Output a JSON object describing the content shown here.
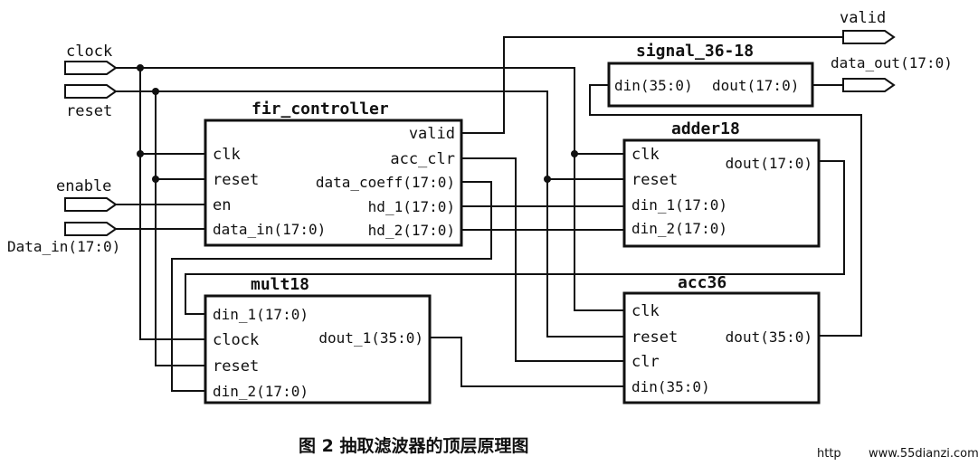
{
  "inputs": {
    "clock": "clock",
    "reset": "reset",
    "enable": "enable",
    "data_in": "Data_in(17:0)"
  },
  "outputs": {
    "valid": "valid",
    "data_out": "data_out(17:0)"
  },
  "blocks": {
    "signal": {
      "title": "signal_36-18",
      "din": "din(35:0)",
      "dout": "dout(17:0)"
    },
    "fir": {
      "title": "fir_controller",
      "clk": "clk",
      "reset": "reset",
      "en": "en",
      "data_in": "data_in(17:0)",
      "valid": "valid",
      "acc_clr": "acc_clr",
      "data_coeff": "data_coeff(17:0)",
      "hd_1": "hd_1(17:0)",
      "hd_2": "hd_2(17:0)"
    },
    "adder": {
      "title": "adder18",
      "clk": "clk",
      "reset": "reset",
      "din_1": "din_1(17:0)",
      "din_2": "din_2(17:0)",
      "dout": "dout(17:0)"
    },
    "mult": {
      "title": "mult18",
      "din_1": "din_1(17:0)",
      "clock": "clock",
      "reset": "reset",
      "din_2": "din_2(17:0)",
      "dout_1": "dout_1(35:0)"
    },
    "acc": {
      "title": "acc36",
      "clk": "clk",
      "reset": "reset",
      "clr": "clr",
      "din": "din(35:0)",
      "dout": "dout(35:0)"
    }
  },
  "caption": "图 2  抽取滤波器的顶层原理图",
  "watermark": "www.55dianzi.com",
  "watermark_prefix": "http"
}
